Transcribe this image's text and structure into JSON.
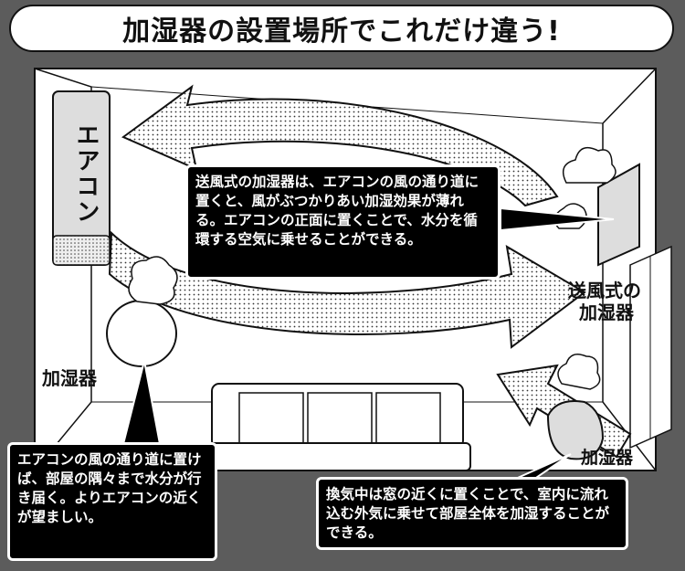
{
  "title": "加湿器の設置場所でこれだけ違う!",
  "labels": {
    "aircon": "エアコン",
    "humidifier_left": "加湿器",
    "fan_type_line1": "送風式の",
    "fan_type_line2": "加湿器",
    "humidifier_right": "加湿器"
  },
  "callouts": {
    "top": "送風式の加湿器は、エアコンの風の通り道に置くと、風がぶつかりあい加湿効果が薄れる。エアコンの正面に置くことで、水分を循環する空気に乗せることができる。",
    "bottom_left": "エアコンの風の通り道に置けば、部屋の隅々まで水分が行き届く。よりエアコンの近くが望ましい。",
    "bottom_right": "換気中は窓の近くに置くことで、室内に流れ込む外気に乗せて部屋全体を加湿することができる。"
  },
  "colors": {
    "background": "#5c5c5c",
    "room": "#ffffff",
    "ink": "#111111",
    "callout": "#000000"
  }
}
